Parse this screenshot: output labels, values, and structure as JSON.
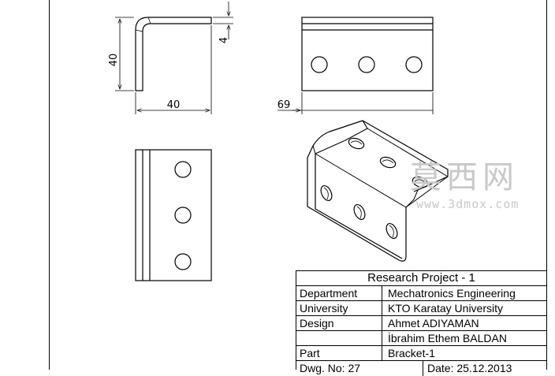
{
  "dimensions": {
    "side_height": "40",
    "side_width": "40",
    "thickness": "4",
    "top_length": "69"
  },
  "watermark": {
    "main": "莫西网",
    "sub": "www.3dmox.com"
  },
  "title_block": {
    "title": "Research Project - 1",
    "department_label": "Department",
    "department_value": "Mechatronics Engineering",
    "university_label": "University",
    "university_value": "KTO Karatay University",
    "design_label": "Design",
    "designer_1": "Ahmet ADIYAMAN",
    "designer_2": "İbrahim Ethem BALDAN",
    "part_label": "Part",
    "part_value": "Bracket-1",
    "dwg_no": "Dwg. No: 27",
    "date": "Date: 25.12.2013"
  }
}
